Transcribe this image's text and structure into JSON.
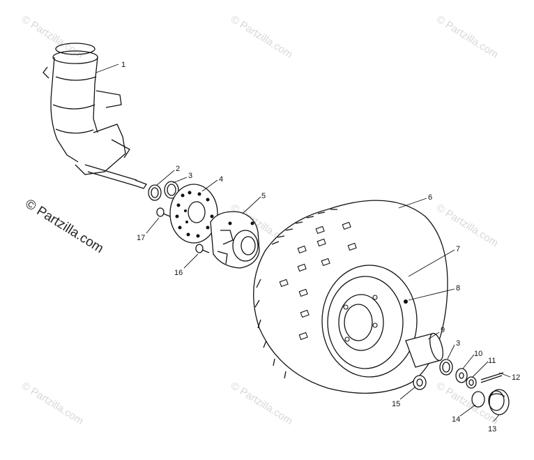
{
  "watermark": {
    "text": "© Partzilla.com",
    "side_text": "© Partzilla.com"
  },
  "callouts": [
    {
      "id": "c1",
      "label": "1"
    },
    {
      "id": "c2",
      "label": "2"
    },
    {
      "id": "c3a",
      "label": "3"
    },
    {
      "id": "c4",
      "label": "4"
    },
    {
      "id": "c5",
      "label": "5"
    },
    {
      "id": "c6",
      "label": "6"
    },
    {
      "id": "c7",
      "label": "7"
    },
    {
      "id": "c8",
      "label": "8"
    },
    {
      "id": "c9",
      "label": "9"
    },
    {
      "id": "c3b",
      "label": "3"
    },
    {
      "id": "c10",
      "label": "10"
    },
    {
      "id": "c11",
      "label": "11"
    },
    {
      "id": "c12",
      "label": "12"
    },
    {
      "id": "c13",
      "label": "13"
    },
    {
      "id": "c14",
      "label": "14"
    },
    {
      "id": "c15",
      "label": "15"
    },
    {
      "id": "c16",
      "label": "16"
    },
    {
      "id": "c17",
      "label": "17"
    }
  ]
}
